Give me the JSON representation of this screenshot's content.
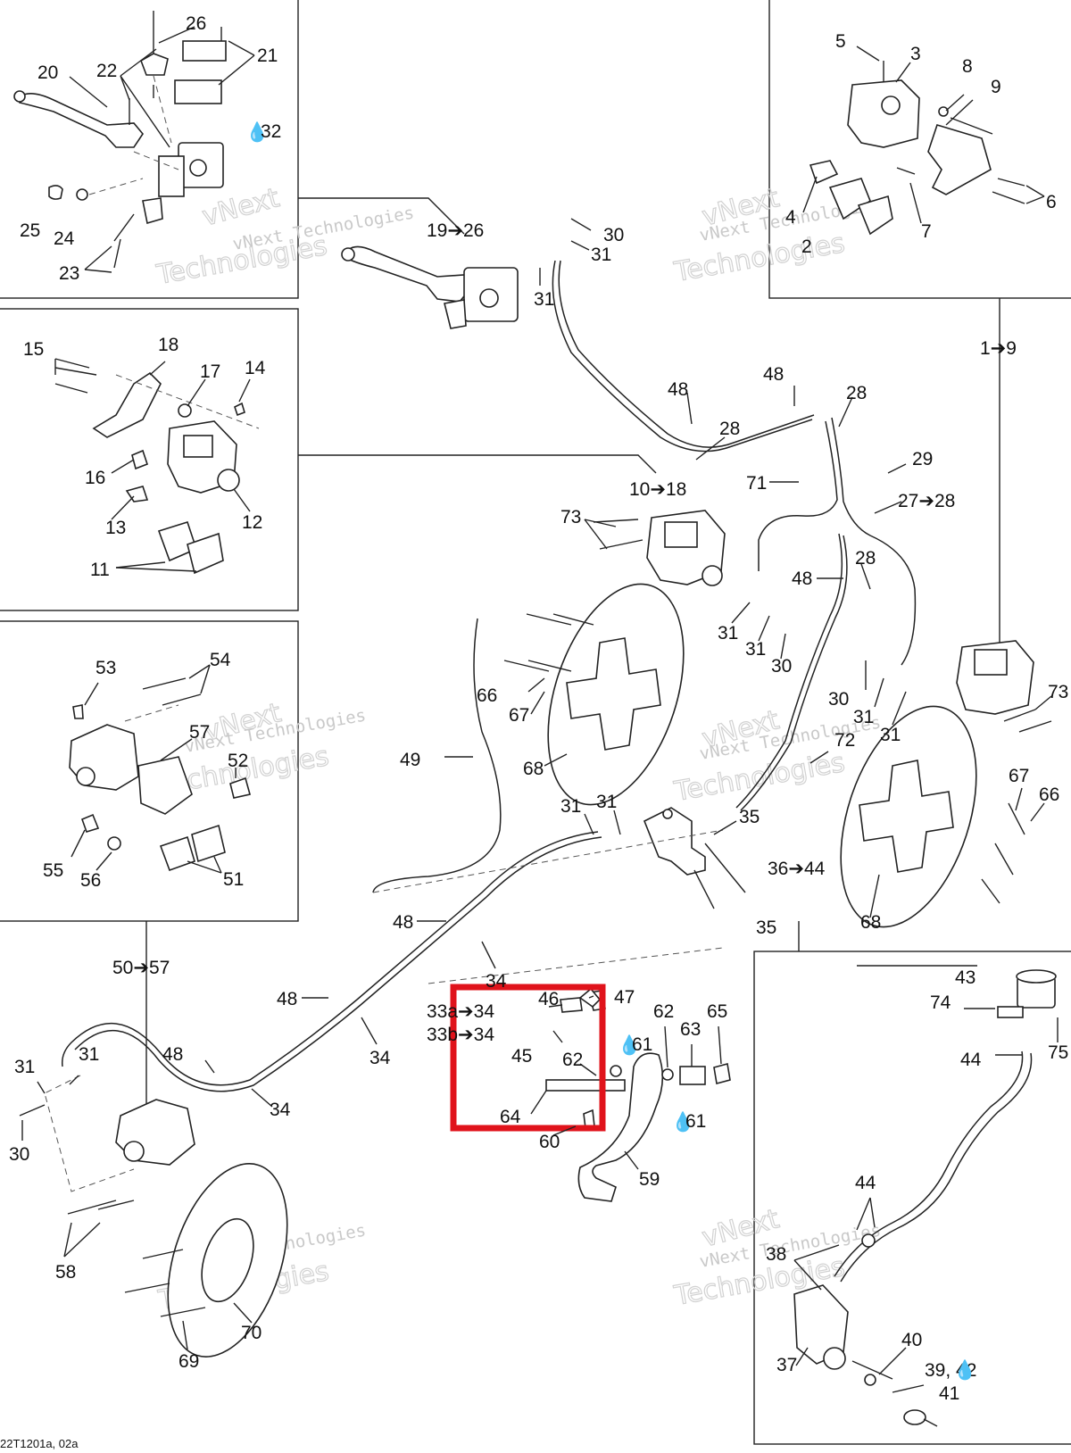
{
  "diagram": {
    "footer_code": "22T1201a, 02a",
    "watermark": {
      "line1": "vNext Technologies",
      "line2": "Technologies",
      "line3": "vNext"
    },
    "highlight_color": "#e0131b",
    "callouts": {
      "c20": "20",
      "c22": "22",
      "c26": "26",
      "c21": "21",
      "c32": "32",
      "c25": "25",
      "c24": "24",
      "c23": "23",
      "c5": "5",
      "c3": "3",
      "c8": "8",
      "c9": "9",
      "c4": "4",
      "c2": "2",
      "c7": "7",
      "c6": "6",
      "c19_26": "19➔26",
      "c30a": "30",
      "c31a": "31",
      "c31b": "31",
      "c1_9": "1➔9",
      "c15": "15",
      "c18": "18",
      "c17": "17",
      "c14": "14",
      "c16": "16",
      "c12": "12",
      "c13": "13",
      "c11": "11",
      "c48a": "48",
      "c48b": "48",
      "c28a": "28",
      "c28b": "28",
      "c29": "29",
      "c71": "71",
      "c10_18": "10➔18",
      "c27_28": "27➔28",
      "c73a": "73",
      "c48c": "48",
      "c28c": "28",
      "c31c": "31",
      "c31d": "31",
      "c30b": "30",
      "c30c": "30",
      "c31e": "31",
      "c31f": "31",
      "c73b": "73",
      "c53": "53",
      "c54": "54",
      "c57": "57",
      "c52": "52",
      "c55": "55",
      "c56": "56",
      "c51": "51",
      "c66a": "66",
      "c67a": "67",
      "c68a": "68",
      "c49": "49",
      "c72": "72",
      "c67b": "67",
      "c66b": "66",
      "c31g": "31",
      "c31h": "31",
      "c35a": "35",
      "c36_44": "36➔44",
      "c35b": "35",
      "c48d": "48",
      "c34a": "34",
      "c50_57": "50➔57",
      "c48e": "48",
      "c33a_34": "33a➔34",
      "c33b_34": "33b➔34",
      "c34b": "34",
      "c68b": "68",
      "c46": "46",
      "c47": "47",
      "c45": "45",
      "c62a": "62",
      "c61a": "61",
      "c64": "64",
      "c60": "60",
      "c62b": "62",
      "c63": "63",
      "c65": "65",
      "c61b": "61",
      "c59": "59",
      "c43": "43",
      "c74": "74",
      "c75": "75",
      "c44a": "44",
      "c31i": "31",
      "c31j": "31",
      "c48f": "48",
      "c34c": "34",
      "c30d": "30",
      "c44b": "44",
      "c38": "38",
      "c40": "40",
      "c37": "37",
      "c39_42": "39, 42",
      "c41": "41",
      "c58": "58",
      "c70": "70",
      "c69": "69"
    }
  }
}
